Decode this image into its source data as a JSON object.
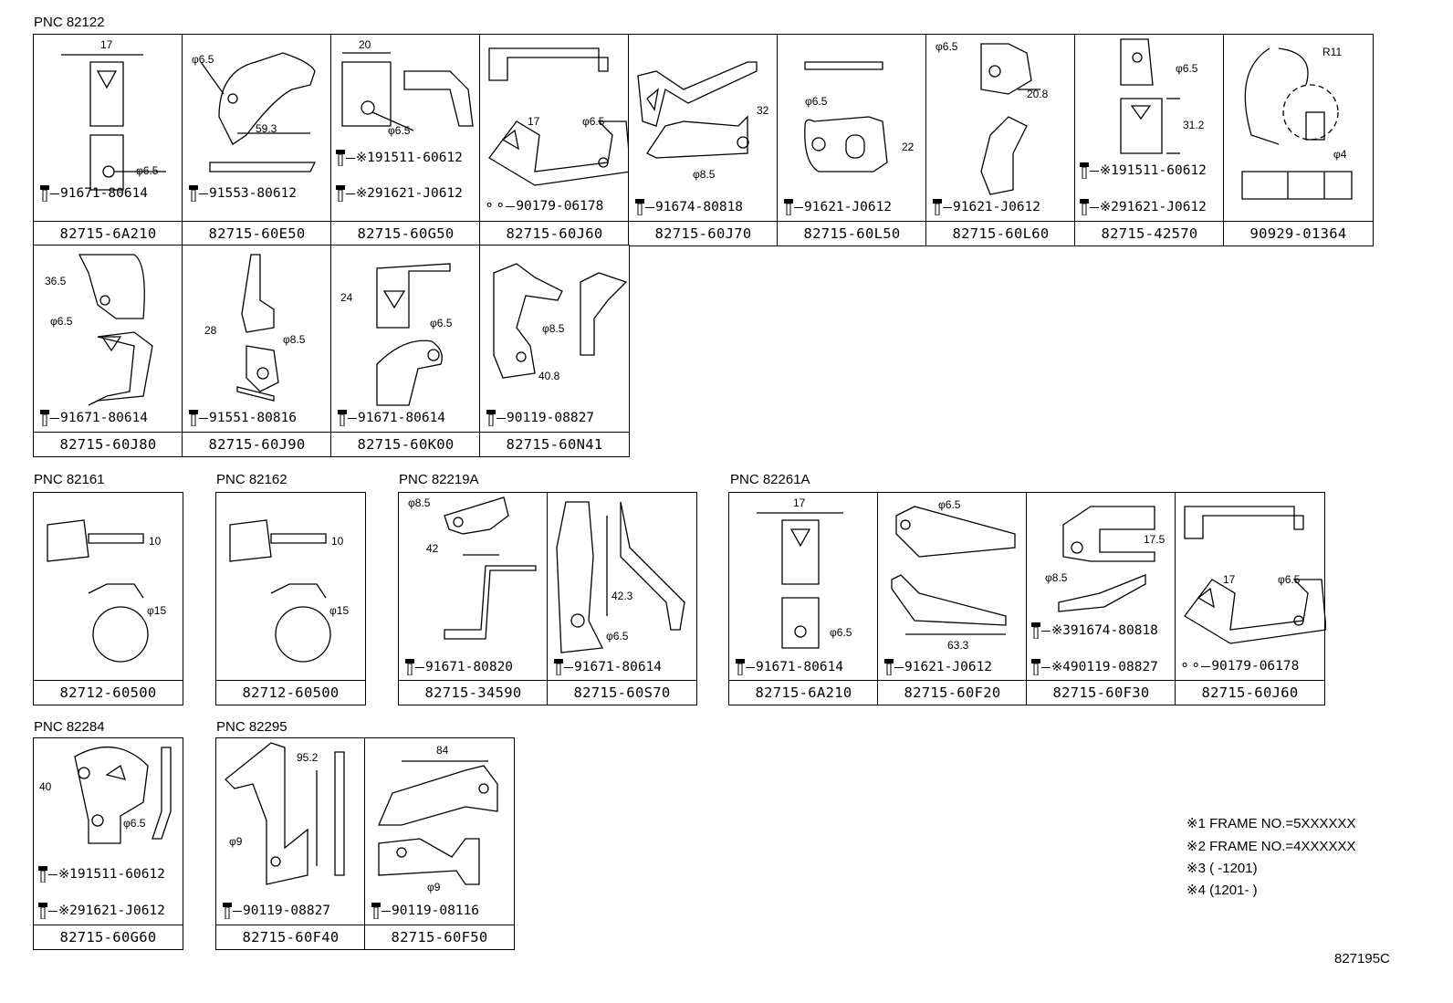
{
  "groups": [
    {
      "pnc": "PNC 82122"
    },
    {
      "pnc": "PNC 82161"
    },
    {
      "pnc": "PNC 82162"
    },
    {
      "pnc": "PNC 82219A"
    },
    {
      "pnc": "PNC 82261A"
    },
    {
      "pnc": "PNC 82284"
    },
    {
      "pnc": "PNC 82295"
    }
  ],
  "cells": [
    {
      "part": "82715-6A210",
      "bolt": "91671-80614",
      "dims": [
        "17",
        "φ6.5"
      ]
    },
    {
      "part": "82715-60E50",
      "bolt": "91553-80612",
      "dims": [
        "φ6.5",
        "59.3"
      ]
    },
    {
      "part": "82715-60G50",
      "bolt": "※191511-60612",
      "bolt2": "※291621-J0612",
      "dims": [
        "20",
        "φ6.5"
      ]
    },
    {
      "part": "82715-60J60",
      "bolt": "90179-06178",
      "dims": [
        "17",
        "φ6.5"
      ]
    },
    {
      "part": "82715-60J70",
      "bolt": "91674-80818",
      "dims": [
        "32",
        "φ8.5"
      ]
    },
    {
      "part": "82715-60L50",
      "bolt": "91621-J0612",
      "dims": [
        "φ6.5",
        "22"
      ]
    },
    {
      "part": "82715-60L60",
      "bolt": "91621-J0612",
      "dims": [
        "φ6.5",
        "20.8"
      ]
    },
    {
      "part": "82715-42570",
      "bolt": "※191511-60612",
      "bolt2": "※291621-J0612",
      "dims": [
        "φ6.5",
        "31.2"
      ]
    },
    {
      "part": "90929-01364",
      "dims": [
        "R11",
        "φ4"
      ]
    },
    {
      "part": "82715-60J80",
      "bolt": "91671-80614",
      "dims": [
        "36.5",
        "φ6.5"
      ]
    },
    {
      "part": "82715-60J90",
      "bolt": "91551-80816",
      "dims": [
        "28",
        "φ8.5"
      ]
    },
    {
      "part": "82715-60K00",
      "bolt": "91671-80614",
      "dims": [
        "24",
        "φ6.5"
      ]
    },
    {
      "part": "82715-60N41",
      "bolt": "90119-08827",
      "dims": [
        "φ8.5",
        "40.8"
      ]
    },
    {
      "part": "82712-60500",
      "dims": [
        "10",
        "φ15"
      ]
    },
    {
      "part": "82712-60500",
      "dims": [
        "10",
        "φ15"
      ]
    },
    {
      "part": "82715-34590",
      "bolt": "91671-80820",
      "dims": [
        "φ8.5",
        "42"
      ]
    },
    {
      "part": "82715-60S70",
      "bolt": "91671-80614",
      "dims": [
        "42.3",
        "φ6.5"
      ]
    },
    {
      "part": "82715-6A210",
      "bolt": "91671-80614",
      "dims": [
        "17",
        "φ6.5"
      ]
    },
    {
      "part": "82715-60F20",
      "bolt": "91621-J0612",
      "dims": [
        "φ6.5",
        "63.3"
      ]
    },
    {
      "part": "82715-60F30",
      "bolt": "※391674-80818",
      "bolt2": "※490119-08827",
      "dims": [
        "17.5",
        "φ8.5"
      ]
    },
    {
      "part": "82715-60J60",
      "bolt": "90179-06178",
      "dims": [
        "17",
        "φ6.5"
      ]
    },
    {
      "part": "82715-60G60",
      "bolt": "※191511-60612",
      "bolt2": "※291621-J0612",
      "dims": [
        "40",
        "φ6.5"
      ]
    },
    {
      "part": "82715-60F40",
      "bolt": "90119-08827",
      "dims": [
        "95.2",
        "φ9"
      ]
    },
    {
      "part": "82715-60F50",
      "bolt": "90119-08116",
      "dims": [
        "84",
        "φ9"
      ]
    }
  ],
  "notes": [
    "※1 FRAME NO.=5XXXXXX",
    "※2 FRAME NO.=4XXXXXX",
    "※3 (     -1201)",
    "※4 (1201-     )"
  ],
  "figure_code": "827195C"
}
